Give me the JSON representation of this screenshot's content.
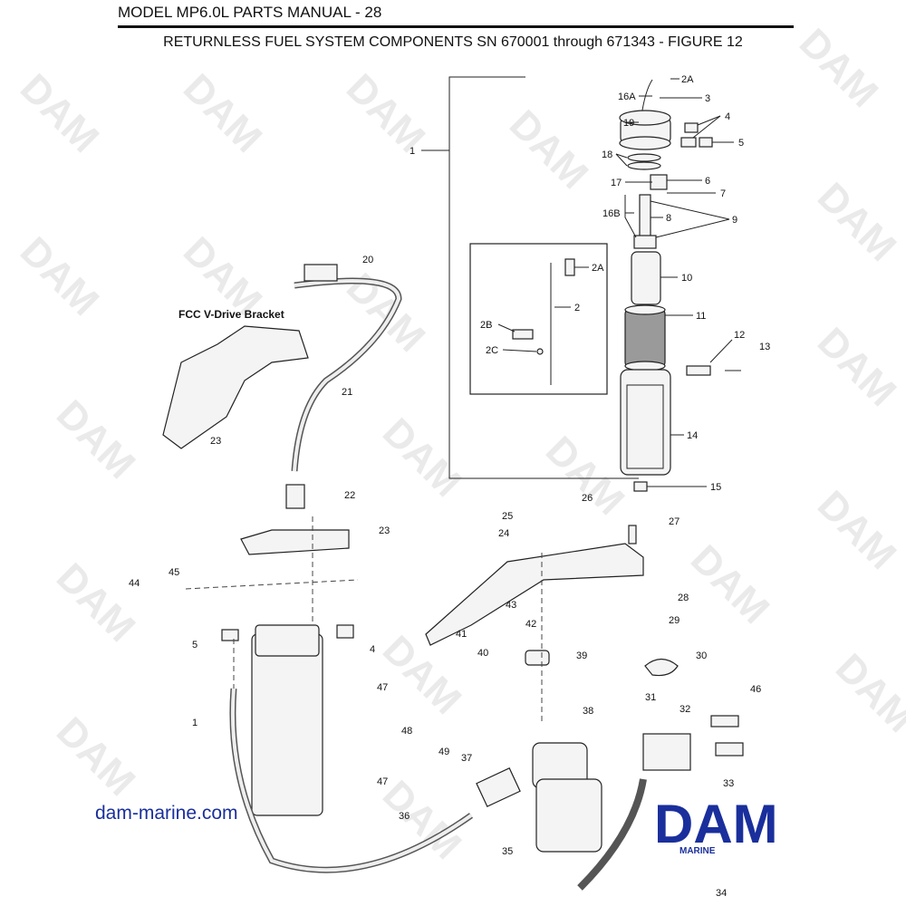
{
  "header": {
    "title": "MODEL MP6.0L PARTS MANUAL - 28",
    "figure_title": "RETURNLESS FUEL SYSTEM COMPONENTS SN 670001 through 671343 - FIGURE 12"
  },
  "watermark": {
    "text": "DAM"
  },
  "website": "dam-marine.com",
  "logo": {
    "main": "DAM",
    "sub": "MARINE",
    "color": "#1a2f9c"
  },
  "bracket_caption": "FCC V-Drive Bracket",
  "callouts": [
    "2A",
    "16A",
    "3",
    "19",
    "4",
    "5",
    "18",
    "1",
    "17",
    "6",
    "7",
    "16B",
    "8",
    "9",
    "2A",
    "10",
    "2",
    "11",
    "2B",
    "2C",
    "12",
    "13",
    "14",
    "15",
    "20",
    "21",
    "23",
    "22",
    "23",
    "25",
    "26",
    "27",
    "24",
    "45",
    "44",
    "28",
    "43",
    "5",
    "4",
    "42",
    "29",
    "41",
    "40",
    "39",
    "30",
    "31",
    "47",
    "38",
    "1",
    "48",
    "32",
    "46",
    "49",
    "37",
    "33",
    "47",
    "36",
    "35",
    "34"
  ]
}
